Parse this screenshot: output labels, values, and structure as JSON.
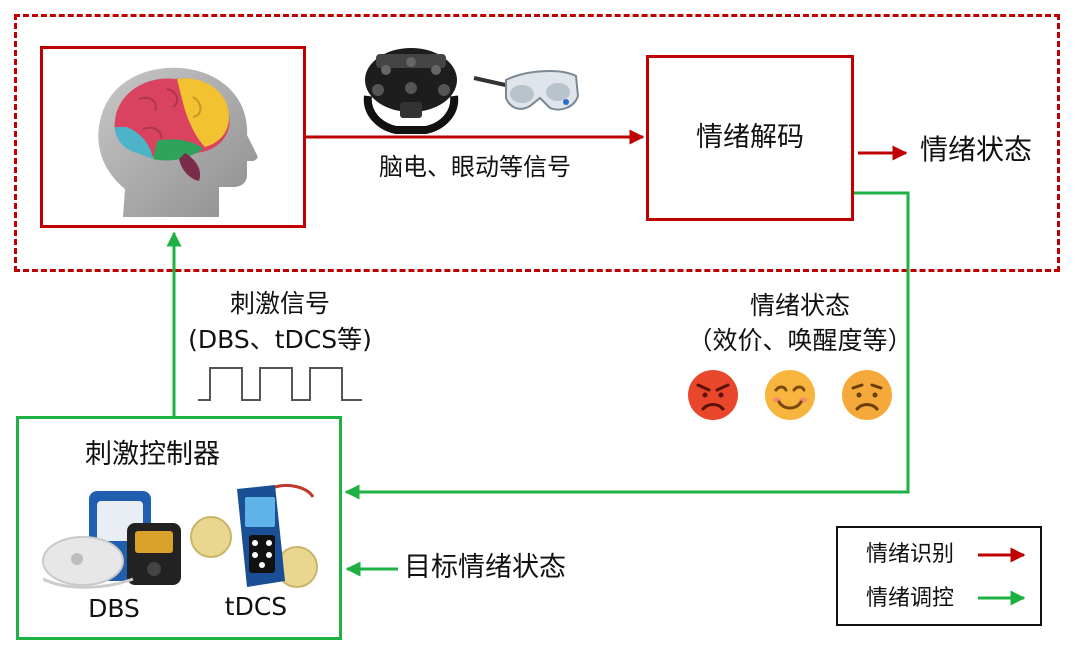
{
  "colors": {
    "recognition": "#c00000",
    "regulation": "#1db043",
    "dashed_frame": "#c00000",
    "text": "#111111"
  },
  "brain_box": {
    "icon": "head-with-brain-icon"
  },
  "signal_devices": {
    "icons": [
      "eeg-headset-icon",
      "eye-tracking-glasses-icon"
    ]
  },
  "signal_label": "脑电、眼动等信号",
  "decode_box": {
    "label": "情绪解码"
  },
  "output_label": "情绪状态",
  "emotion_state": {
    "title": "情绪状态",
    "subtitle": "（效价、唤醒度等）",
    "faces": [
      "angry-face-icon",
      "happy-face-icon",
      "sad-face-icon"
    ]
  },
  "stimulus": {
    "title": "刺激信号",
    "subtitle": "(DBS、tDCS等)",
    "waveform_icon": "square-wave-icon"
  },
  "controller": {
    "title": "刺激控制器",
    "devices": [
      {
        "label": "DBS",
        "icon": "dbs-stimulator-icon"
      },
      {
        "label": "tDCS",
        "icon": "tdcs-device-icon"
      }
    ]
  },
  "target_label": "目标情绪状态",
  "legend": {
    "items": [
      {
        "label": "情绪识别",
        "color": "#c00000"
      },
      {
        "label": "情绪调控",
        "color": "#1db043"
      }
    ]
  }
}
